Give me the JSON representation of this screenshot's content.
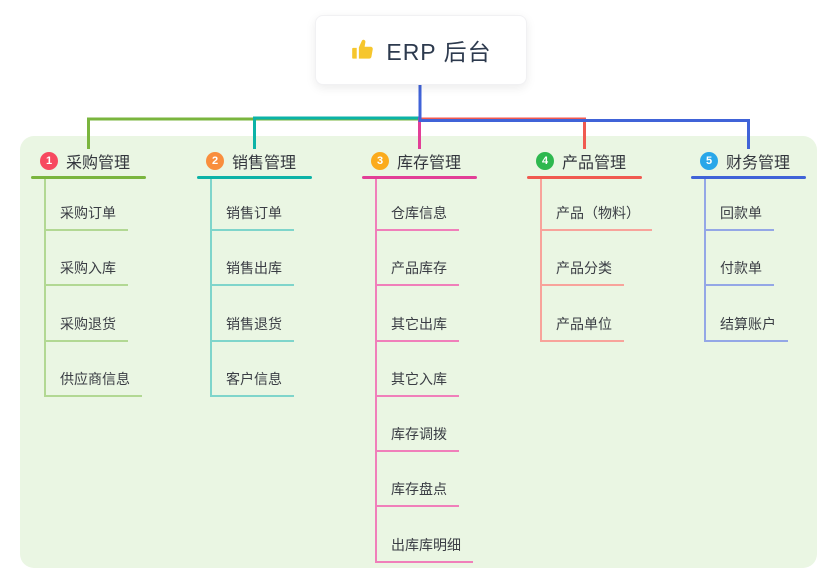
{
  "root": {
    "label": "ERP 后台",
    "icon": "thumbs-up-icon",
    "icon_color": "#f6c62d"
  },
  "panel": {
    "background": "#eaf6e3"
  },
  "branches": [
    {
      "badge": "1",
      "label": "采购管理",
      "badge_color": "#f7495f",
      "line_color": "#7ab53e",
      "child_line_color": "#b2d893",
      "children": [
        "采购订单",
        "采购入库",
        "采购退货",
        "供应商信息"
      ]
    },
    {
      "badge": "2",
      "label": "销售管理",
      "badge_color": "#f98e3d",
      "line_color": "#0cb3a7",
      "child_line_color": "#7fd5cb",
      "children": [
        "销售订单",
        "销售出库",
        "销售退货",
        "客户信息"
      ]
    },
    {
      "badge": "3",
      "label": "库存管理",
      "badge_color": "#fbab1c",
      "line_color": "#e23f97",
      "child_line_color": "#f07fba",
      "children": [
        "仓库信息",
        "产品库存",
        "其它出库",
        "其它入库",
        "库存调拨",
        "库存盘点",
        "出库库明细"
      ]
    },
    {
      "badge": "4",
      "label": "产品管理",
      "badge_color": "#2eb84f",
      "line_color": "#f05a50",
      "child_line_color": "#f8a39b",
      "children": [
        "产品（物料）",
        "产品分类",
        "产品单位"
      ]
    },
    {
      "badge": "5",
      "label": "财务管理",
      "badge_color": "#29a7e9",
      "line_color": "#4063d8",
      "child_line_color": "#94a7e6",
      "children": [
        "回款单",
        "付款单",
        "结算账户"
      ]
    }
  ]
}
